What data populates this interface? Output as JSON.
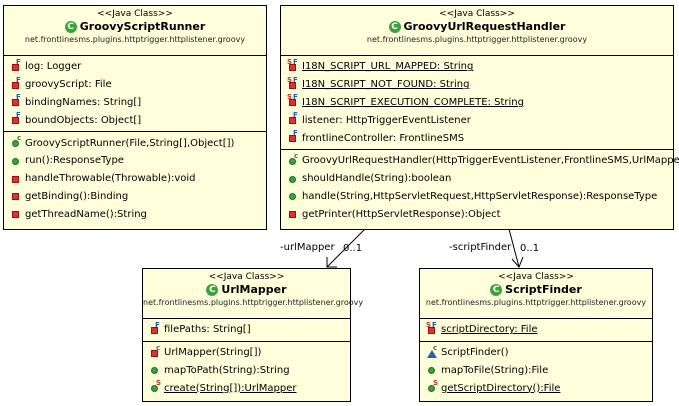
{
  "stereotype": "<<Java Class>>",
  "package": "net.frontlinesms.plugins.httptrigger.httplistener.groovy",
  "runner": {
    "name": "GroovyScriptRunner",
    "fields": [
      "log: Logger",
      "groovyScript: File",
      "bindingNames: String[]",
      "boundObjects: Object[]"
    ],
    "methods": [
      "GroovyScriptRunner(File,String[],Object[])",
      "run():ResponseType",
      "handleThrowable(Throwable):void",
      "getBinding():Binding",
      "getThreadName():String"
    ]
  },
  "handler": {
    "name": "GroovyUrlRequestHandler",
    "fields": [
      "I18N_SCRIPT_URL_MAPPED: String",
      "I18N_SCRIPT_NOT_FOUND: String",
      "I18N_SCRIPT_EXECUTION_COMPLETE: String",
      "listener: HttpTriggerEventListener",
      "frontlineController: FrontlineSMS"
    ],
    "methods": [
      "GroovyUrlRequestHandler(HttpTriggerEventListener,FrontlineSMS,UrlMapper)",
      "shouldHandle(String):boolean",
      "handle(String,HttpServletRequest,HttpServletResponse):ResponseType",
      "getPrinter(HttpServletResponse):Object"
    ]
  },
  "mapper": {
    "name": "UrlMapper",
    "fields": [
      "filePaths: String[]"
    ],
    "methods": [
      "UrlMapper(String[])",
      "mapToPath(String):String",
      "create(String[]):UrlMapper"
    ]
  },
  "finder": {
    "name": "ScriptFinder",
    "fields": [
      "scriptDirectory: File"
    ],
    "methods": [
      "ScriptFinder()",
      "mapToFile(String):File",
      "getScriptDirectory():File"
    ]
  },
  "associations": {
    "urlMapper_role": "-urlMapper",
    "urlMapper_mult": "0..1",
    "scriptFinder_role": "-scriptFinder",
    "scriptFinder_mult": "0..1"
  },
  "class_icon_letter": "C",
  "colors": {
    "class_fill": "#ffffdc",
    "public_green": "#3aa43a",
    "private_red": "#e03030",
    "static_blue": "#2a5fb0"
  }
}
